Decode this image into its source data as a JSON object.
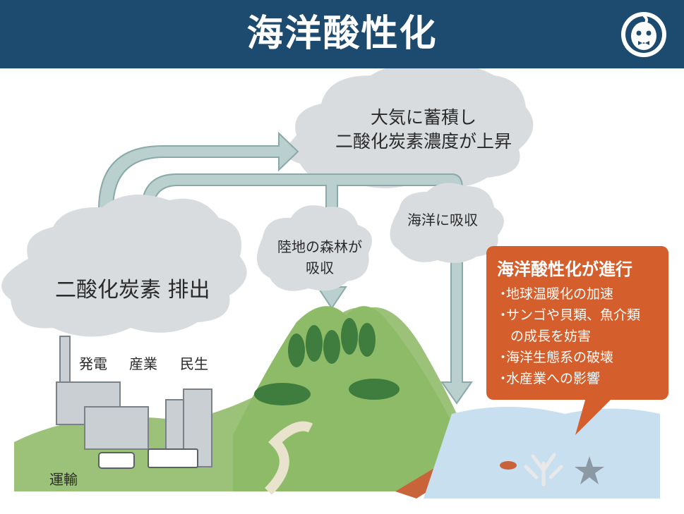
{
  "title": "海洋酸性化",
  "atmosphere": {
    "line1": "大気に蓄積し",
    "line2": "二酸化炭素濃度が上昇"
  },
  "emission": "二酸化炭素 排出",
  "sectors": [
    "発電",
    "産業",
    "民生"
  ],
  "transport": "運輸",
  "forest": {
    "line1": "陸地の森林が",
    "line2": "吸収"
  },
  "ocean_absorb": "海洋に吸収",
  "callout": {
    "title": "海洋酸性化が進行",
    "items": [
      {
        "line1": "地球温暖化の加速",
        "line2": ""
      },
      {
        "line1": "サンゴや貝類、魚介類",
        "line2": "の成長を妨害"
      },
      {
        "line1": "海洋生態系の破壊",
        "line2": ""
      },
      {
        "line1": "水産業への影響",
        "line2": ""
      }
    ],
    "bullet": "・"
  },
  "colors": {
    "header": "#1d4a6f",
    "callout": "#d45e2c",
    "cloud": "#d9dcdf",
    "arrow": "#b9d0cf",
    "land": "#9cc27a",
    "sea": "#c8dff0"
  }
}
